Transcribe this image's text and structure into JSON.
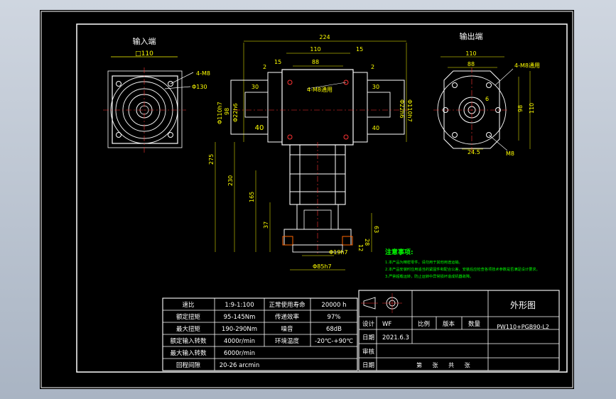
{
  "views": {
    "input_title": "输入端",
    "output_title": "输出端",
    "input_dims": {
      "square": "□110",
      "bolt": "4-M8",
      "circle": "Φ130"
    },
    "front_dims": {
      "overall": "224",
      "width110": "110",
      "width88": "88",
      "d15a": "15",
      "d15b": "15",
      "d2a": "2",
      "d2b": "2",
      "shaft30a": "30",
      "shaft30b": "30",
      "shaft40a": "40",
      "shaft40b": "40",
      "dia_l1": "Φ110h7",
      "dia_l2": "98",
      "dia_l3": "Φ22h6",
      "dia_r1": "Φ22h6",
      "dia_r2": "Φ110h7",
      "holes": "4-M8通用",
      "h275": "275",
      "h230": "230",
      "h165": "165",
      "h37": "37",
      "h63": "63",
      "h28": "28",
      "h12": "12",
      "base_d1": "Φ19h7",
      "base_d2": "Φ85h7"
    },
    "output_dims": {
      "square": "110",
      "w88": "88",
      "bolt": "4-M8通用",
      "h98": "98",
      "h110": "110",
      "key": "6",
      "d245": "24.5",
      "m8": "M8"
    }
  },
  "notes": {
    "title": "注意事项:",
    "lines": [
      "1.本产品为精密零件，请勿用于其他用途运输。",
      "2.本产品安装时应用适当的紧固件和配合公差，安装后应检查各项技术参数是否满足设计要求。",
      "3.严禁超载运转，防止运转中异常损坏造成机器故障。"
    ]
  },
  "spec_table": {
    "rows": [
      [
        "速比",
        "1:9-1:100",
        "正常使用寿命",
        "20000 h"
      ],
      [
        "额定扭矩",
        "95-145Nm",
        "传递效率",
        "97%"
      ],
      [
        "最大扭矩",
        "190-290Nm",
        "噪音",
        "68dB"
      ],
      [
        "额定输入转数",
        "4000r/min",
        "环境温度",
        "-20℃-+90℃"
      ],
      [
        "最大输入转数",
        "6000r/min",
        "",
        ""
      ],
      [
        "回程间隙",
        "20-26 arcmin",
        "",
        ""
      ]
    ]
  },
  "title_block": {
    "drawing_title": "外形图",
    "drawing_number": "PW110+PGB90-L2",
    "design_label": "设计",
    "design_value": "WF",
    "scale_label": "比例",
    "version_label": "版本",
    "qty_label": "数量",
    "date_label": "日期",
    "date_value": "2021.6.3",
    "check_label": "审核",
    "date2_label": "日期",
    "sheet_text": "第 张 共 张"
  },
  "colors": {
    "line": "#ffffff",
    "dim": "#ffff00",
    "center": "#ff3333",
    "blue": "#3a6cff",
    "note": "#00ff00",
    "background": "#000000"
  }
}
